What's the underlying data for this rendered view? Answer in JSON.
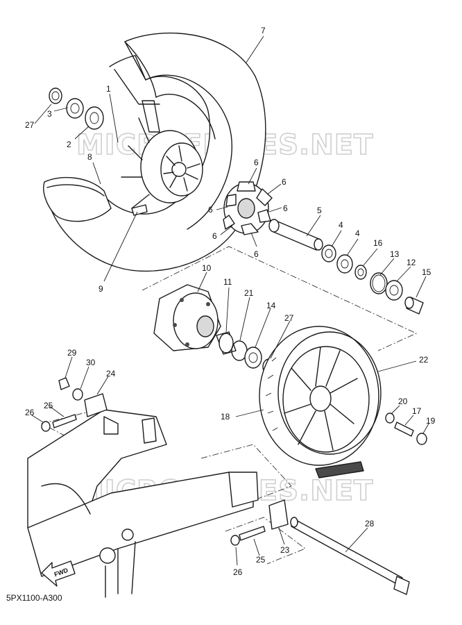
{
  "diagram": {
    "figure_code": "5PX1100-A300",
    "watermark": "MICROFICHES.NET",
    "direction_label": "FWD",
    "callouts": [
      "1",
      "2",
      "3",
      "4",
      "5",
      "6",
      "7",
      "8",
      "9",
      "10",
      "11",
      "12",
      "13",
      "14",
      "15",
      "16",
      "17",
      "18",
      "19",
      "20",
      "21",
      "22",
      "23",
      "24",
      "25",
      "26",
      "27",
      "28",
      "29",
      "30"
    ]
  }
}
